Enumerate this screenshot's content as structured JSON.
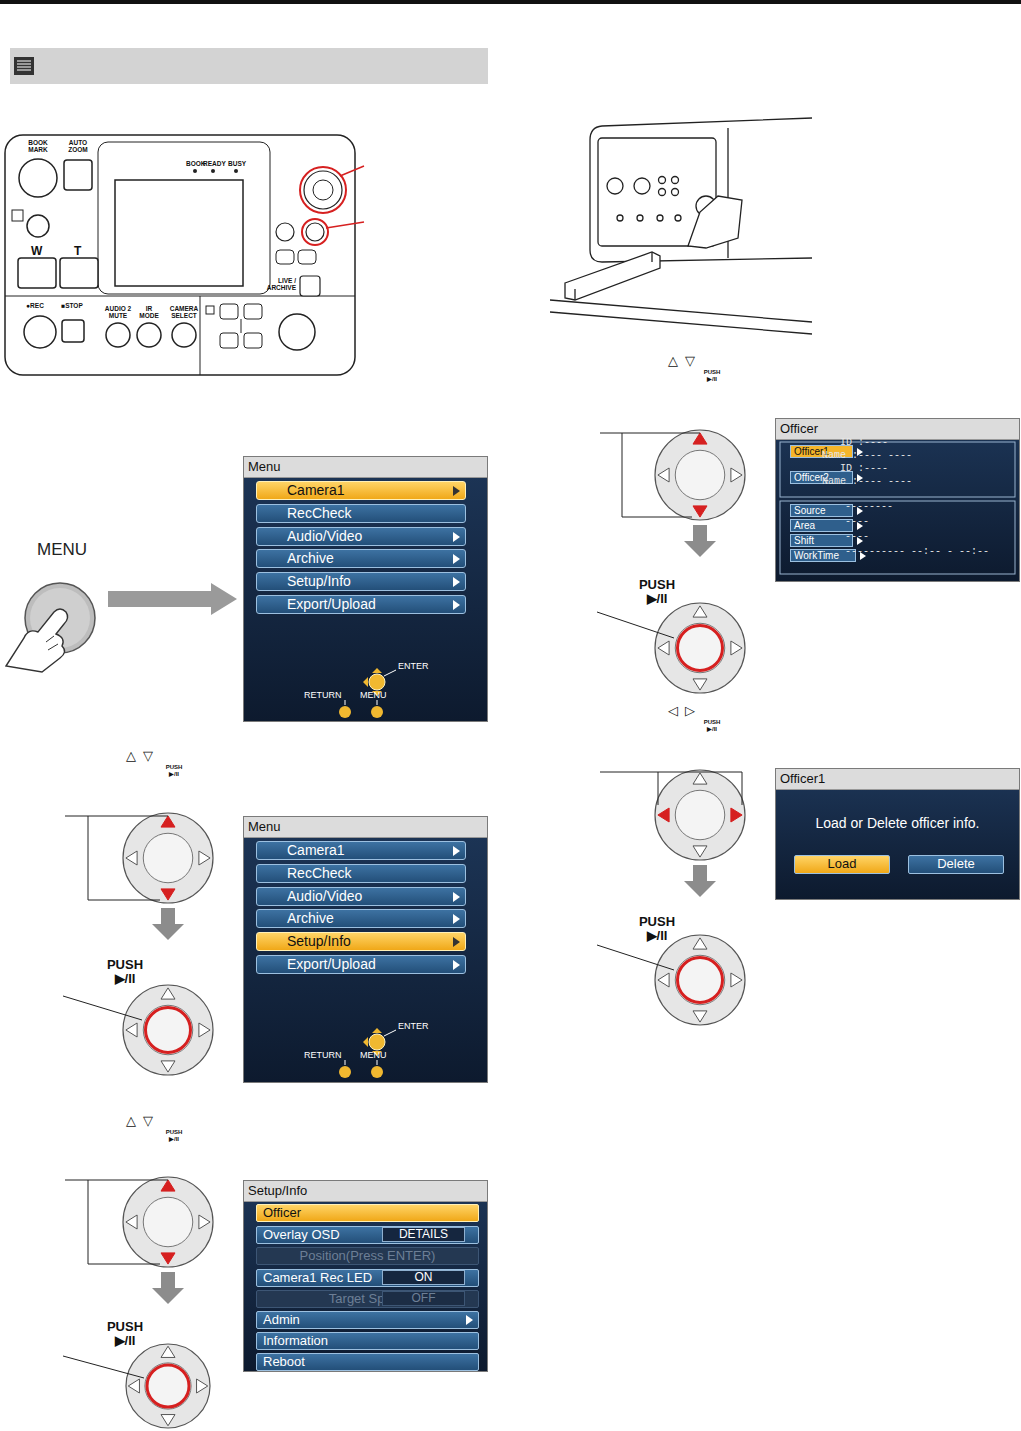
{
  "diagram": {
    "nodes": [
      {
        "text": [
          "MENU"
        ]
      },
      {
        "text": [
          "Menu"
        ]
      },
      {
        "text": [
          "Camera1"
        ],
        "in": 1
      },
      {
        "text": [
          "RecCheck"
        ],
        "in": 1
      },
      {
        "text": [
          "Audio/Video"
        ],
        "in": 1
      },
      {
        "text": [
          "Archive"
        ],
        "in": 1
      },
      {
        "text": [
          "Setup/Info"
        ],
        "in": 1
      },
      {
        "text": [
          "Export/Upload"
        ],
        "in": 1
      },
      {
        "text": [
          "Menu"
        ]
      },
      {
        "text": [
          "Camera1"
        ],
        "in": 8
      },
      {
        "text": [
          "RecCheck"
        ],
        "in": 8
      },
      {
        "text": [
          "Audio/Video"
        ],
        "in": 8
      },
      {
        "text": [
          "Archive"
        ],
        "in": 8
      },
      {
        "text": [
          "Setup/Info"
        ],
        "in": 8
      },
      {
        "text": [
          "Export/Upload"
        ],
        "in": 8
      },
      {
        "text": [
          "Setup/Info"
        ]
      },
      {
        "text": [
          "Officer"
        ],
        "in": 15
      },
      {
        "text": [
          "Overlay OSD"
        ],
        "in": 15
      },
      {
        "text": [
          "DETAILS"
        ],
        "in": 17
      },
      {
        "text": [
          "Position(Press ENTER)"
        ],
        "in": 15
      },
      {
        "text": [
          "Camera1 Rec LED"
        ],
        "in": 15
      },
      {
        "text": [
          "ON"
        ],
        "in": 20
      },
      {
        "text": [
          "Target Speed"
        ],
        "in": 15
      },
      {
        "text": [
          "OFF"
        ],
        "in": 22
      },
      {
        "text": [
          "Admin"
        ],
        "in": 15
      },
      {
        "text": [
          "Information"
        ],
        "in": 15
      },
      {
        "text": [
          "Reboot"
        ],
        "in": 15
      },
      {
        "text": [
          "Officer"
        ]
      },
      {
        "text": [
          "Officer1"
        ],
        "in": 27
      },
      {
        "text": [
          "Officer2"
        ],
        "in": 27
      },
      {
        "text": [
          "Source"
        ],
        "in": 27
      },
      {
        "text": [
          "Area"
        ],
        "in": 27
      },
      {
        "text": [
          "Shift"
        ],
        "in": 27
      },
      {
        "text": [
          "WorkTime"
        ],
        "in": 27
      },
      {
        "text": [
          "Officer1",
          "Load or Delete officer info."
        ]
      },
      {
        "text": [
          "Load"
        ],
        "in": 34
      },
      {
        "text": [
          "Delete"
        ],
        "in": 34
      }
    ],
    "edges": [
      {
        "from": 0,
        "to": 1,
        "arrow": "to"
      }
    ],
    "labels": [
      "BOOK MARK",
      "AUTO ZOOM",
      "BOOK",
      "READY",
      "BUSY",
      "W",
      "T",
      "LIVE / ARCHIVE",
      "●REC",
      "■STOP",
      "AUDIO 2 MUTE",
      "IR MODE",
      "CAMERA SELECT",
      "ENTER",
      "RETURN",
      "MENU",
      "△",
      "▽",
      "PUSH ▶/II",
      "PUSH ▶/II",
      "ENTER",
      "RETURN",
      "MENU",
      "△",
      "▽",
      "PUSH ▶/II",
      "PUSH ▶/II",
      "△",
      "▽",
      "PUSH ▶/II",
      "PUSH ▶/II",
      "ID :----",
      "Name :---- ----",
      "ID :----",
      "Name :---- ----",
      "--------",
      "----",
      "----",
      "---------- --:-- - --:--",
      "◁",
      "▷",
      "PUSH ▶/II",
      "PUSH ▶/II"
    ]
  }
}
